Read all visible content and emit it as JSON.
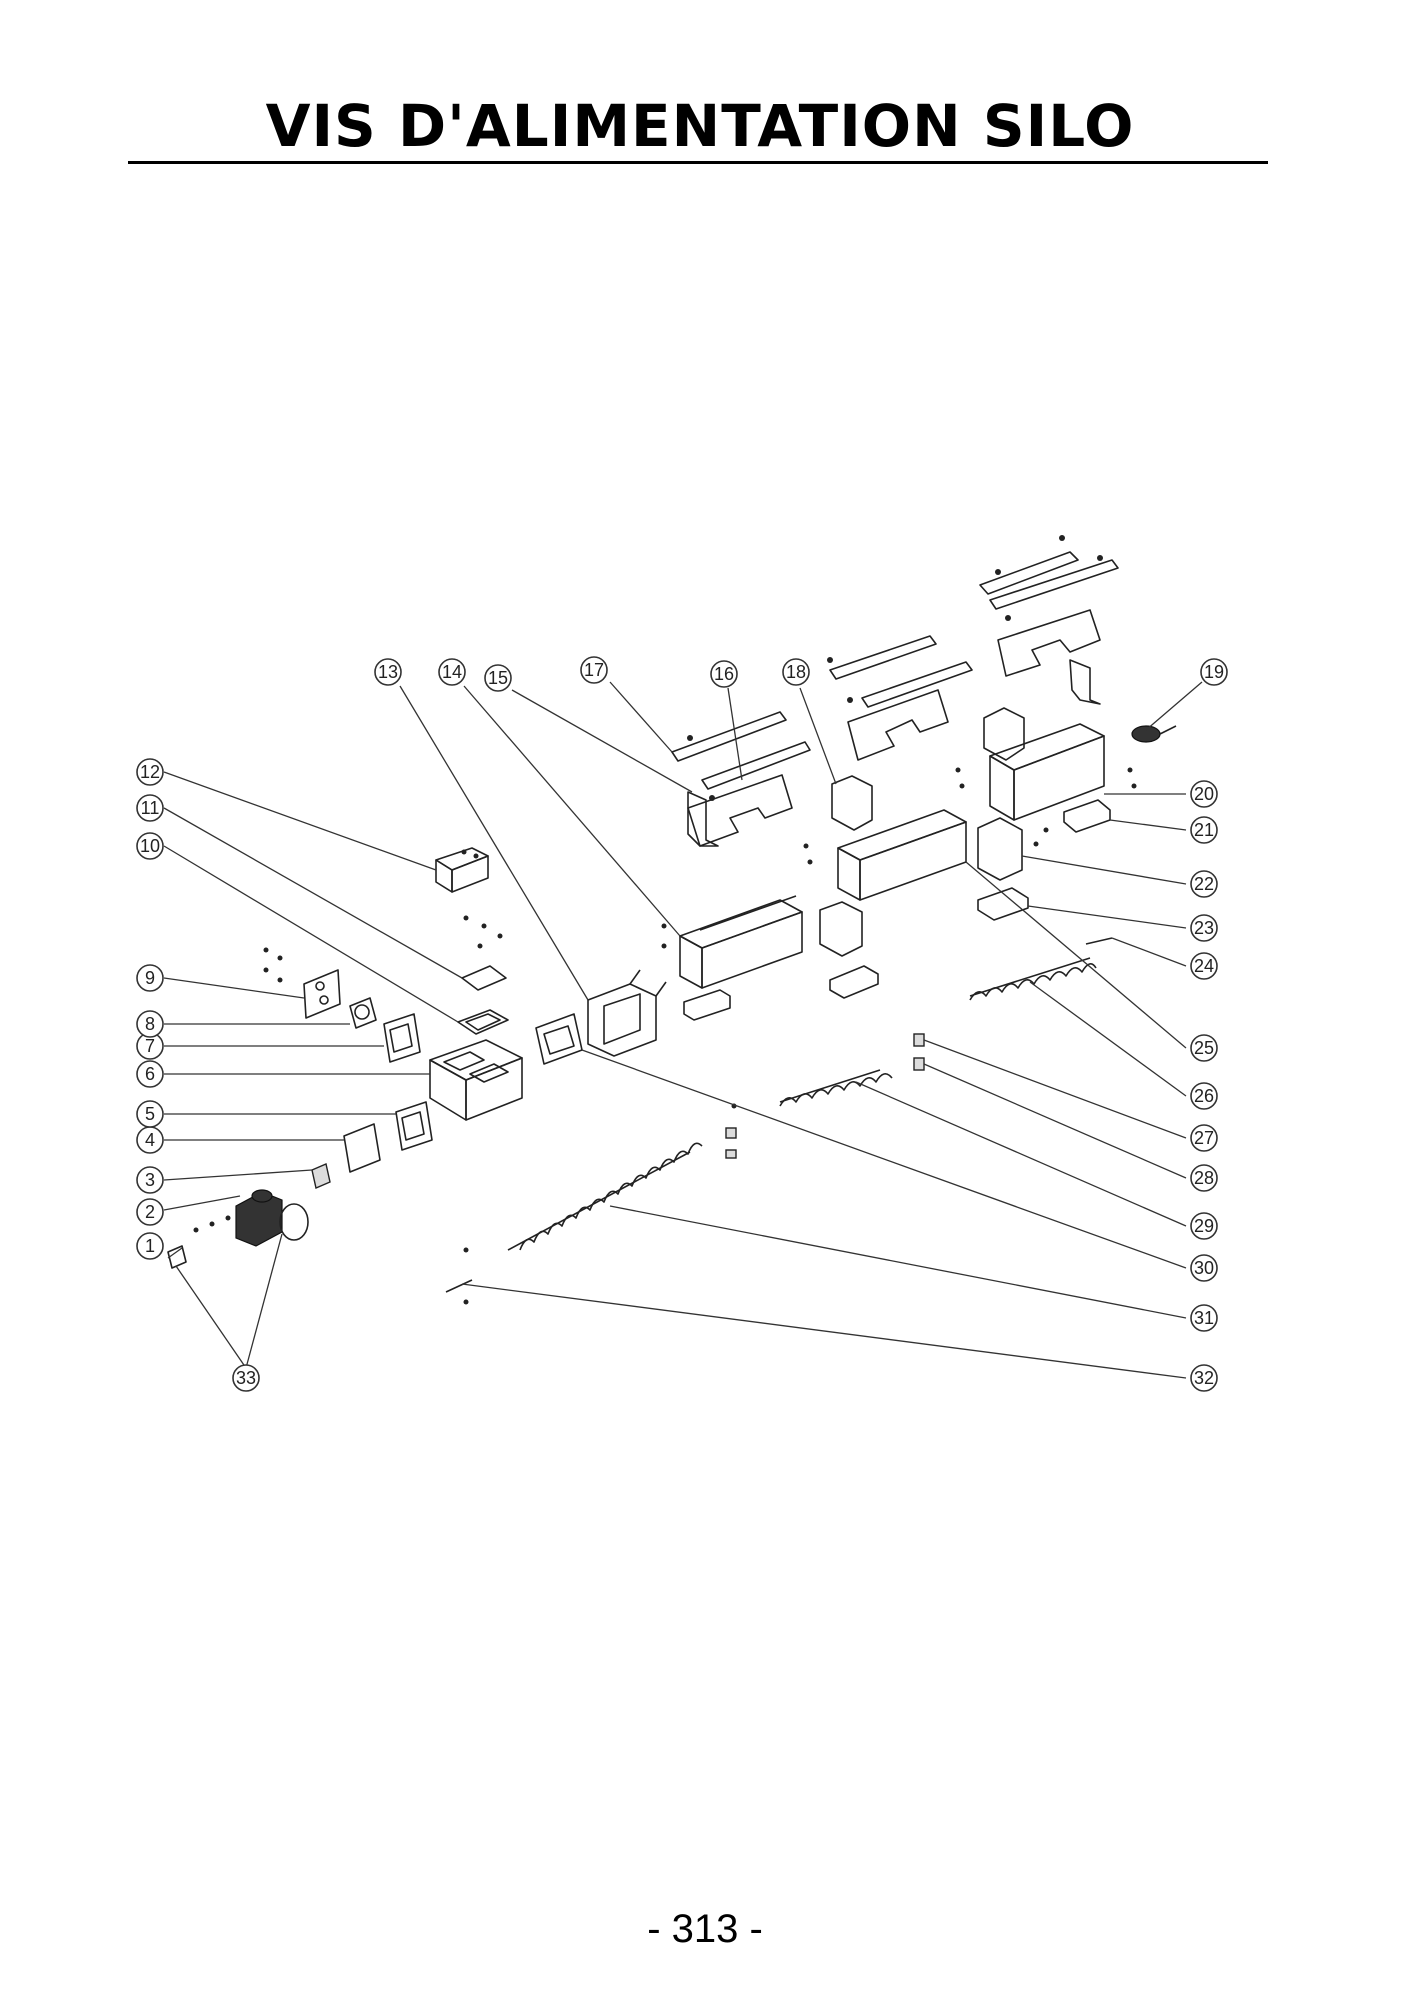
{
  "header": {
    "title": "VIS D'ALIMENTATION SILO"
  },
  "diagram": {
    "callouts": [
      "1",
      "2",
      "3",
      "4",
      "5",
      "6",
      "7",
      "8",
      "9",
      "10",
      "11",
      "12",
      "13",
      "14",
      "15",
      "16",
      "17",
      "18",
      "19",
      "20",
      "21",
      "22",
      "23",
      "24",
      "25",
      "26",
      "27",
      "28",
      "29",
      "30",
      "31",
      "32",
      "33"
    ]
  },
  "footer": {
    "page_number": "-  313  -"
  }
}
